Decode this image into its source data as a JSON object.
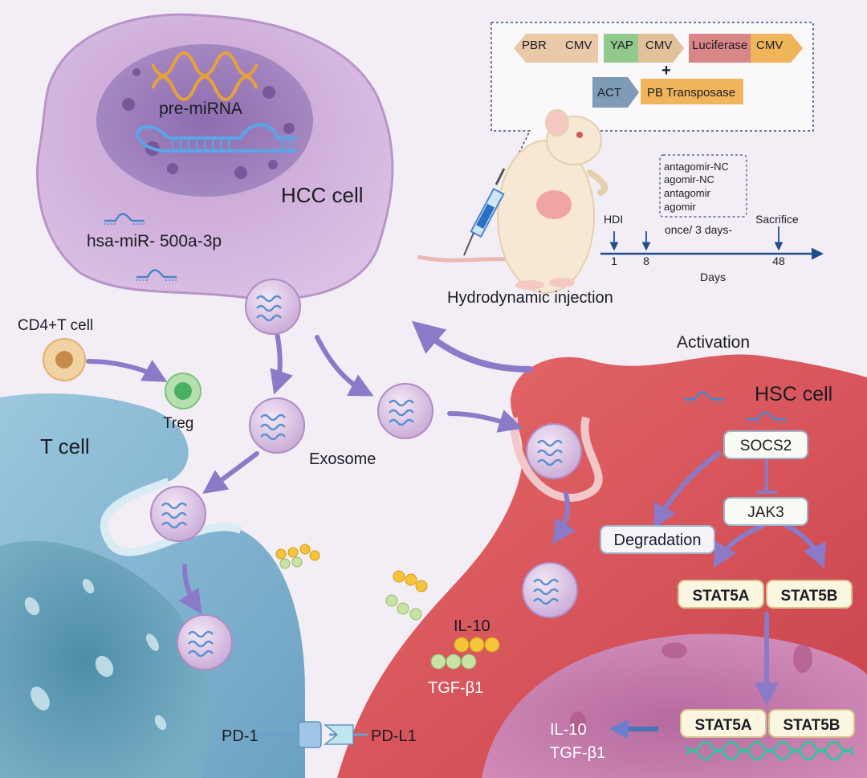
{
  "colors": {
    "hcc_cell": "#d9b3de",
    "nucleus": "#9b7bb6",
    "t_cell": "#8fbcd6",
    "hsc_cell": "#d9585c",
    "arrow": "#8a7ac8",
    "bg": "#f3eef6"
  },
  "hcc": {
    "pre_mirna": "pre-miRNA",
    "cell_label": "HCC cell",
    "mirna_label": "hsa-miR- 500a-3p"
  },
  "construct": {
    "row1": [
      {
        "name": "PBR",
        "color": "#e9c9a8"
      },
      {
        "name": "CMV",
        "color": "#e9c9a8"
      },
      {
        "name": "YAP",
        "color": "#92c98d"
      },
      {
        "name": "CMV",
        "color": "#e2c09a"
      },
      {
        "name": "Luciferase",
        "color": "#d98686"
      },
      {
        "name": "CMV",
        "color": "#f0b45a"
      }
    ],
    "plus": "+",
    "row2": [
      {
        "name": "ACT",
        "color": "#7e9bb8"
      },
      {
        "name": "PB Transposase",
        "color": "#f0b45a"
      }
    ]
  },
  "injection_label": "Hydrodynamic injection",
  "timeline": {
    "groups": [
      "antagomir-NC",
      "agomir-NC",
      "antagomir",
      "agomir"
    ],
    "hdi": "HDI",
    "sacrifice": "Sacrifice",
    "frequency": "once/ 3 days-",
    "ticks": [
      "1",
      "8",
      "48"
    ],
    "axis": "Days"
  },
  "cd4": "CD4+T cell",
  "treg": "Treg",
  "t_cell": "T cell",
  "exosome": "Exosome",
  "activation": "Activation",
  "hsc": {
    "cell_label": "HSC cell",
    "socs2": "SOCS2",
    "jak3": "JAK3",
    "degradation": "Degradation",
    "stat5a": "STAT5A",
    "stat5b": "STAT5B",
    "stat5a_nuc": "STAT5A",
    "stat5b_nuc": "STAT5B",
    "il10": "IL-10",
    "tgf": "TGF-β1",
    "out_il10": "IL-10",
    "out_tgf": "TGF-β1"
  },
  "pd1": "PD-1",
  "pdl1": "PD-L1"
}
